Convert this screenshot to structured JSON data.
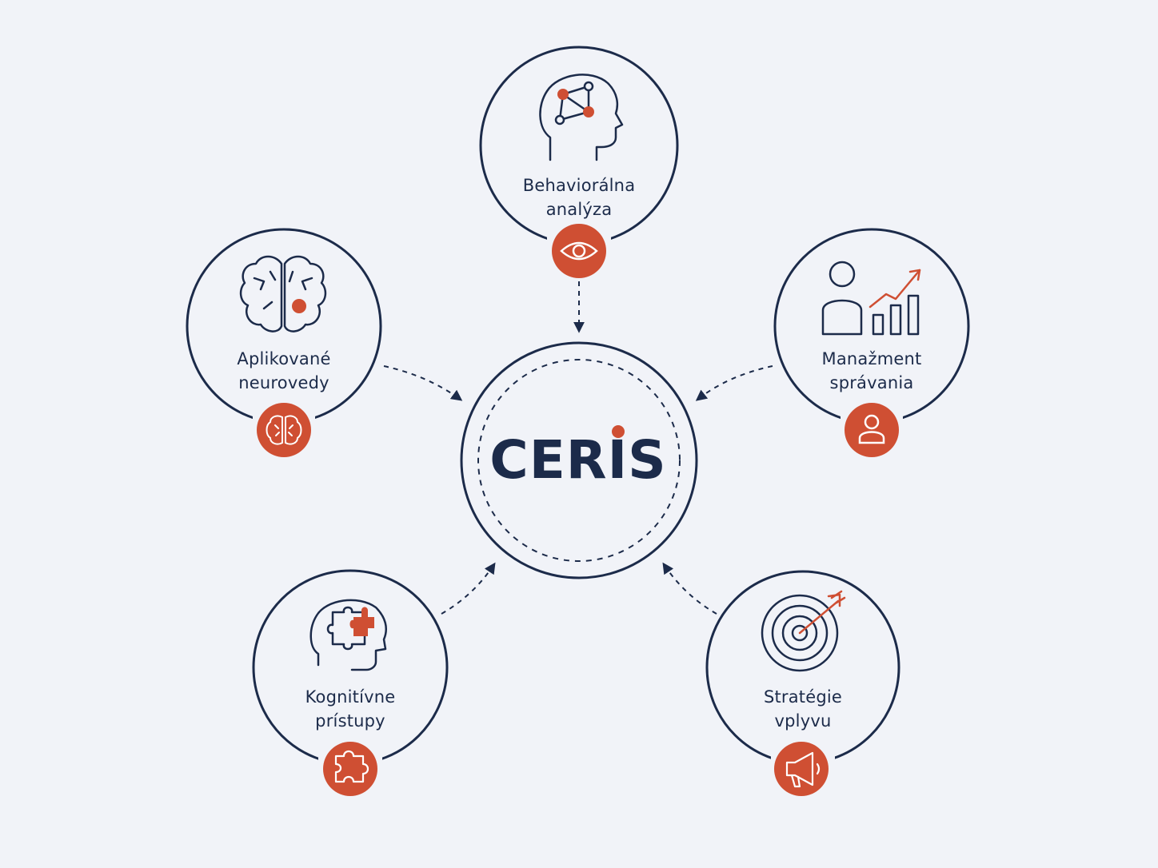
{
  "center": {
    "logo_text": "CERIS"
  },
  "nodes": {
    "behavioral": {
      "line1": "Behaviorálna",
      "line2": "analýza",
      "icon": "head-network-icon",
      "badge": "eye-icon"
    },
    "neuro": {
      "line1": "Aplikované",
      "line2": "neurovedy",
      "icon": "brain-icon",
      "badge": "brain-icon"
    },
    "management": {
      "line1": "Manažment",
      "line2": "správania",
      "icon": "person-growth-chart-icon",
      "badge": "user-icon"
    },
    "cognitive": {
      "line1": "Kognitívne",
      "line2": "prístupy",
      "icon": "head-puzzle-icon",
      "badge": "puzzle-icon"
    },
    "strategy": {
      "line1": "Stratégie",
      "line2": "vplyvu",
      "icon": "target-arrow-icon",
      "badge": "megaphone-icon"
    }
  },
  "colors": {
    "navy": "#1c2b4a",
    "accent": "#cf4f33",
    "background": "#f1f3f8"
  }
}
